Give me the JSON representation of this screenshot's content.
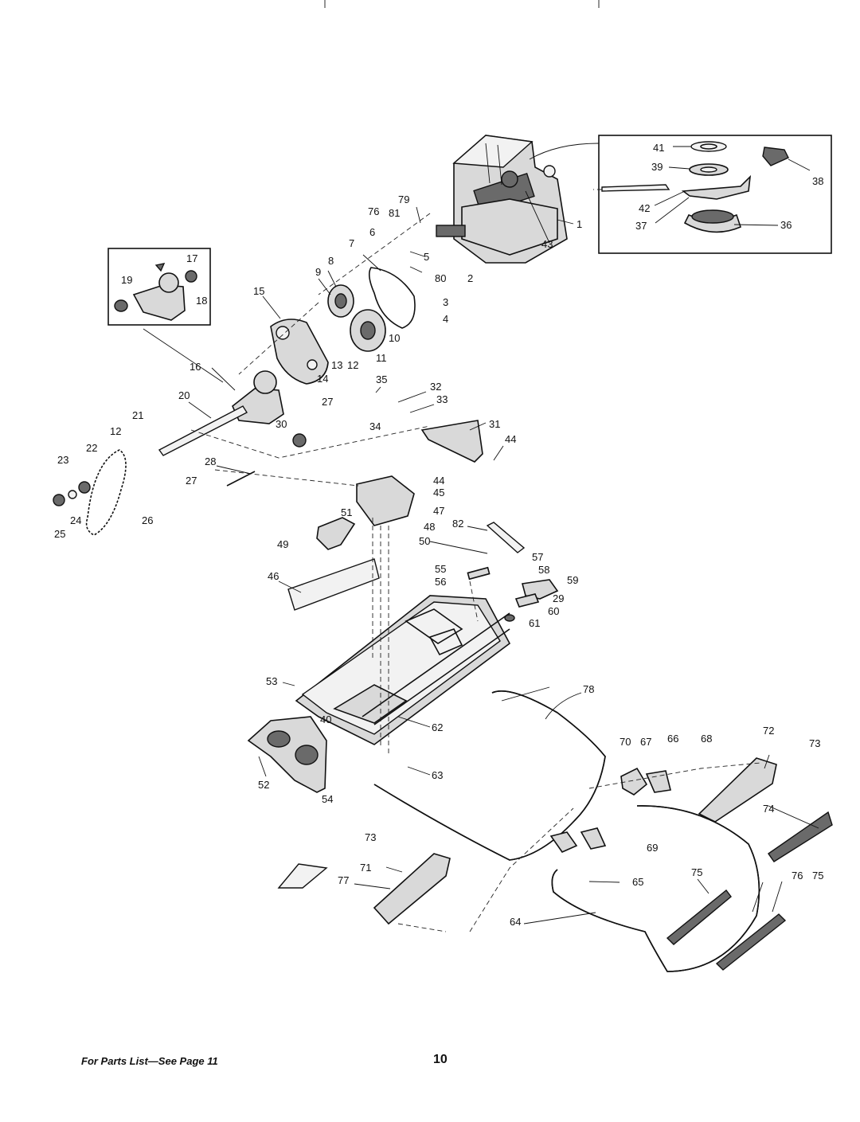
{
  "footer": {
    "parts_list_ref": "For Parts List—See Page 11",
    "page_number": "10"
  },
  "callouts": [
    {
      "id": "c1",
      "label": "1"
    },
    {
      "id": "c2",
      "label": "2"
    },
    {
      "id": "c3",
      "label": "3"
    },
    {
      "id": "c4",
      "label": "4"
    },
    {
      "id": "c5",
      "label": "5"
    },
    {
      "id": "c6",
      "label": "6"
    },
    {
      "id": "c7",
      "label": "7"
    },
    {
      "id": "c8",
      "label": "8"
    },
    {
      "id": "c9",
      "label": "9"
    },
    {
      "id": "c10",
      "label": "10"
    },
    {
      "id": "c11",
      "label": "11"
    },
    {
      "id": "c12a",
      "label": "12"
    },
    {
      "id": "c12b",
      "label": "12"
    },
    {
      "id": "c13",
      "label": "13"
    },
    {
      "id": "c14",
      "label": "14"
    },
    {
      "id": "c15",
      "label": "15"
    },
    {
      "id": "c16",
      "label": "16"
    },
    {
      "id": "c17",
      "label": "17"
    },
    {
      "id": "c18",
      "label": "18"
    },
    {
      "id": "c19",
      "label": "19"
    },
    {
      "id": "c20",
      "label": "20"
    },
    {
      "id": "c21",
      "label": "21"
    },
    {
      "id": "c22",
      "label": "22"
    },
    {
      "id": "c23",
      "label": "23"
    },
    {
      "id": "c24",
      "label": "24"
    },
    {
      "id": "c25",
      "label": "25"
    },
    {
      "id": "c26",
      "label": "26"
    },
    {
      "id": "c27a",
      "label": "27"
    },
    {
      "id": "c27b",
      "label": "27"
    },
    {
      "id": "c28",
      "label": "28"
    },
    {
      "id": "c29",
      "label": "29"
    },
    {
      "id": "c30",
      "label": "30"
    },
    {
      "id": "c31",
      "label": "31"
    },
    {
      "id": "c32",
      "label": "32"
    },
    {
      "id": "c33",
      "label": "33"
    },
    {
      "id": "c34",
      "label": "34"
    },
    {
      "id": "c35",
      "label": "35"
    },
    {
      "id": "c36",
      "label": "36"
    },
    {
      "id": "c37",
      "label": "37"
    },
    {
      "id": "c38",
      "label": "38"
    },
    {
      "id": "c39",
      "label": "39"
    },
    {
      "id": "c40",
      "label": "40"
    },
    {
      "id": "c41",
      "label": "41"
    },
    {
      "id": "c42",
      "label": "42"
    },
    {
      "id": "c43",
      "label": "43"
    },
    {
      "id": "c44a",
      "label": "44"
    },
    {
      "id": "c44b",
      "label": "44"
    },
    {
      "id": "c45",
      "label": "45"
    },
    {
      "id": "c46",
      "label": "46"
    },
    {
      "id": "c47",
      "label": "47"
    },
    {
      "id": "c48",
      "label": "48"
    },
    {
      "id": "c49",
      "label": "49"
    },
    {
      "id": "c50",
      "label": "50"
    },
    {
      "id": "c51",
      "label": "51"
    },
    {
      "id": "c52",
      "label": "52"
    },
    {
      "id": "c53",
      "label": "53"
    },
    {
      "id": "c54",
      "label": "54"
    },
    {
      "id": "c55",
      "label": "55"
    },
    {
      "id": "c56",
      "label": "56"
    },
    {
      "id": "c57",
      "label": "57"
    },
    {
      "id": "c58",
      "label": "58"
    },
    {
      "id": "c59",
      "label": "59"
    },
    {
      "id": "c60",
      "label": "60"
    },
    {
      "id": "c61",
      "label": "61"
    },
    {
      "id": "c62",
      "label": "62"
    },
    {
      "id": "c63",
      "label": "63"
    },
    {
      "id": "c64",
      "label": "64"
    },
    {
      "id": "c65",
      "label": "65"
    },
    {
      "id": "c66",
      "label": "66"
    },
    {
      "id": "c67",
      "label": "67"
    },
    {
      "id": "c68",
      "label": "68"
    },
    {
      "id": "c69",
      "label": "69"
    },
    {
      "id": "c70",
      "label": "70"
    },
    {
      "id": "c71",
      "label": "71"
    },
    {
      "id": "c72",
      "label": "72"
    },
    {
      "id": "c73a",
      "label": "73"
    },
    {
      "id": "c73b",
      "label": "73"
    },
    {
      "id": "c74",
      "label": "74"
    },
    {
      "id": "c75a",
      "label": "75"
    },
    {
      "id": "c75b",
      "label": "75"
    },
    {
      "id": "c76a",
      "label": "76"
    },
    {
      "id": "c76b",
      "label": "76"
    },
    {
      "id": "c77",
      "label": "77"
    },
    {
      "id": "c78",
      "label": "78"
    },
    {
      "id": "c79",
      "label": "79"
    },
    {
      "id": "c80",
      "label": "80"
    },
    {
      "id": "c81",
      "label": "81"
    },
    {
      "id": "c82",
      "label": "82"
    }
  ]
}
